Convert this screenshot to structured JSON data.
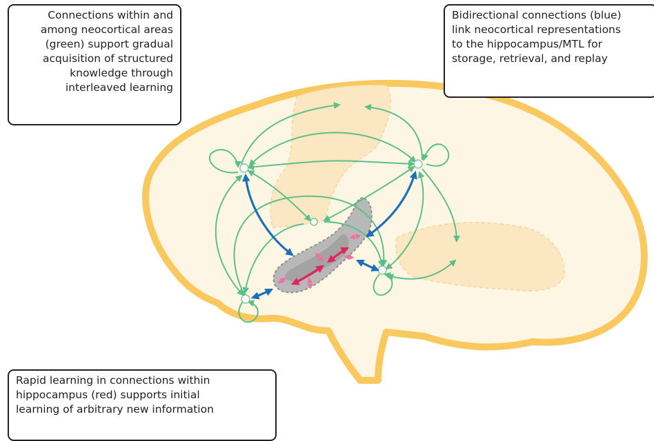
{
  "callouts": {
    "neocortical": {
      "lines": [
        "Connections within and",
        "among neocortical areas",
        "(green) support gradual",
        "acquisition of structured",
        "knowledge through",
        "interleaved learning"
      ]
    },
    "bidirectional": {
      "lines": [
        "Bidirectional connections (blue)",
        "link neocortical representations",
        "to the hippocampus/MTL for",
        "storage, retrieval, and replay"
      ]
    },
    "hippocampus": {
      "lines": [
        "Rapid learning in connections within",
        "hippocampus (red) supports initial",
        "learning of arbitrary new information"
      ]
    }
  },
  "colors": {
    "brain_outline": "#f9c960",
    "brain_fill": "#fef6e4",
    "region_fill": "#fbe7c2",
    "neocortical_connection": "#5cbf8a",
    "bidirectional_connection": "#1f6fb8",
    "hippocampal_connection": "#e0245e",
    "hippocampal_minor": "#ef6fa0",
    "hippocampus_fill": "#b8b8b8",
    "text": "#231f20"
  }
}
